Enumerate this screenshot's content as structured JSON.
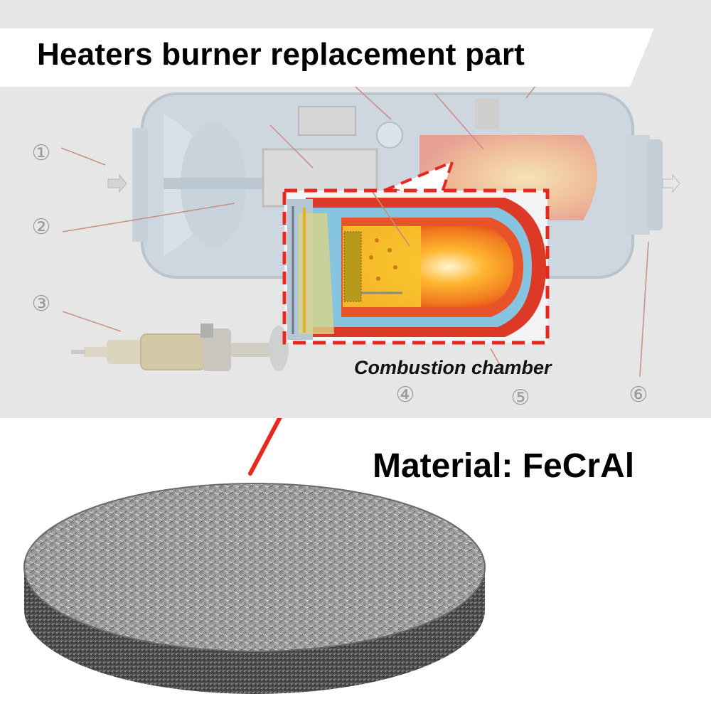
{
  "title": "Heaters burner replacement part",
  "caption": "Combustion chamber",
  "material": "Material: FeCrAl",
  "numbers": [
    "①",
    "②",
    "③",
    "④",
    "⑤",
    "⑥"
  ],
  "colors": {
    "accent_red": "#e8281e",
    "banner": "#ffffff",
    "diagram_bg": "#e6e6e6",
    "flame": "#f6a21c"
  }
}
